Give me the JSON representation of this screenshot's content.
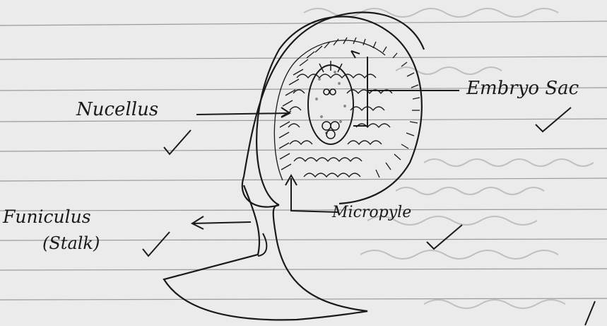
{
  "diagram": {
    "labels": {
      "embryo_sac": "Embryo Sac",
      "nucellus": "Nucellus",
      "micropyle": "Micropyle",
      "funiculus": "Funiculus",
      "stalk": "(Stalk)"
    }
  },
  "colors": {
    "paper": "#ebebeb",
    "ruling": "#9a9a9a",
    "ink": "#1a1a1a",
    "faint_ink": "#b5b5b5"
  }
}
